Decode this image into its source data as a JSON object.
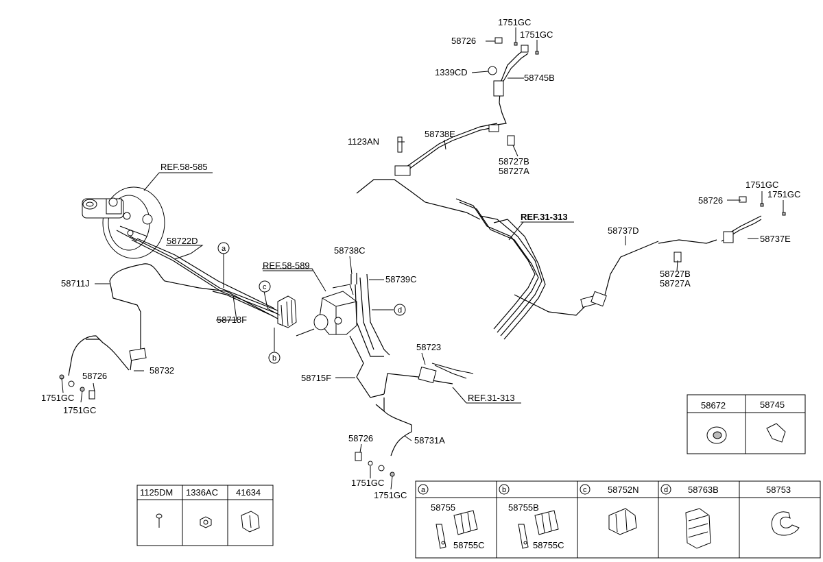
{
  "labels": {
    "ref_58_585": "REF.58-585",
    "ref_58_589": "REF.58-589",
    "ref_31_313_bold": "REF.31-313",
    "ref_31_313": "REF.31-313",
    "p58722D": "58722D",
    "p58711J": "58711J",
    "p58718F": "58718F",
    "p58732": "58732",
    "p58726_left": "58726",
    "p1751GC_left1": "1751GC",
    "p1751GC_left2": "1751GC",
    "p58738C": "58738C",
    "p58739C": "58739C",
    "p58723": "58723",
    "p58715F": "58715F",
    "p58726_mid": "58726",
    "p58731A": "58731A",
    "p1751GC_mid1": "1751GC",
    "p1751GC_mid2": "1751GC",
    "p1751GC_top1": "1751GC",
    "p1751GC_top2": "1751GC",
    "p58726_top": "58726",
    "p1339CD": "1339CD",
    "p58745B": "58745B",
    "p58738E": "58738E",
    "p1123AN": "1123AN",
    "p58727B_top": "58727B",
    "p58727A_top": "58727A",
    "p58737D": "58737D",
    "p1751GC_right1": "1751GC",
    "p1751GC_right2": "1751GC",
    "p58726_right": "58726",
    "p58737E": "58737E",
    "p58727B_right": "58727B",
    "p58727A_right": "58727A",
    "callout_a": "a",
    "callout_b": "b",
    "callout_c": "c",
    "callout_d": "d"
  },
  "table_small_right": {
    "headers": [
      "58672",
      "58745"
    ]
  },
  "table_bottom_left": {
    "headers": [
      "1125DM",
      "1336AC",
      "41634"
    ]
  },
  "table_bottom_right": {
    "cells": [
      {
        "tag": "a",
        "title": "",
        "labels": [
          "58755",
          "58755C"
        ]
      },
      {
        "tag": "b",
        "title": "",
        "labels": [
          "58755B",
          "58755C"
        ]
      },
      {
        "tag": "c",
        "title": "58752N",
        "labels": []
      },
      {
        "tag": "d",
        "title": "58763B",
        "labels": []
      },
      {
        "tag": "",
        "title": "58753",
        "labels": []
      }
    ]
  }
}
